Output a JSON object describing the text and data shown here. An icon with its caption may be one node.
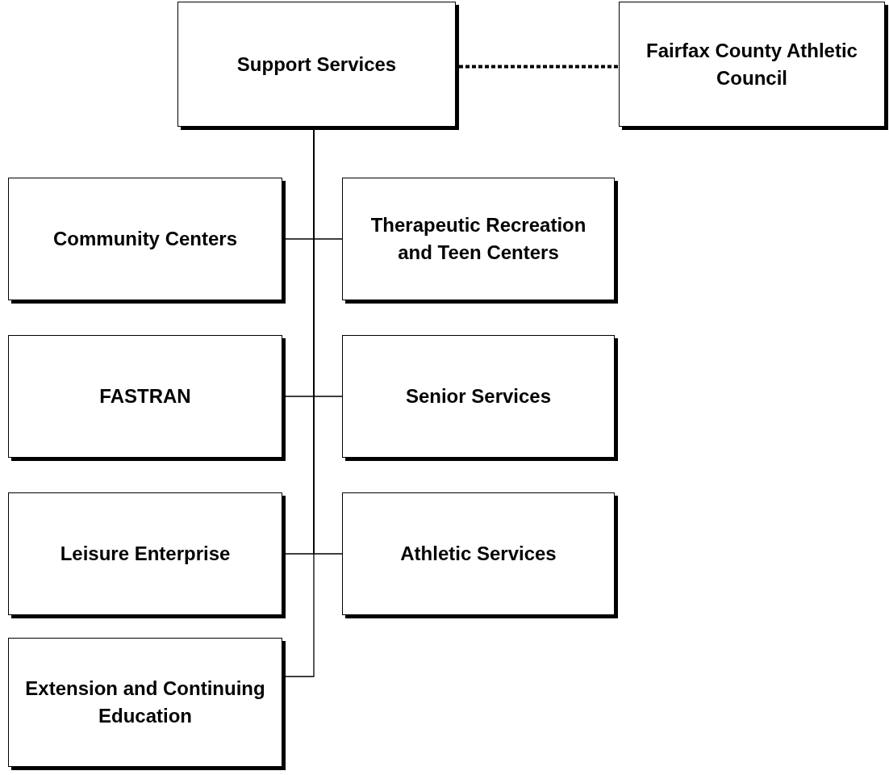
{
  "diagram": {
    "nodes": [
      {
        "text": [
          "Support Services"
        ]
      },
      {
        "text": [
          "Fairfax County Athletic Council"
        ]
      },
      {
        "text": [
          "Community Centers"
        ]
      },
      {
        "text": [
          "Therapeutic Recreation and Teen Centers"
        ]
      },
      {
        "text": [
          "FASTRAN"
        ]
      },
      {
        "text": [
          "Senior Services"
        ]
      },
      {
        "text": [
          "Leisure Enterprise"
        ]
      },
      {
        "text": [
          "Athletic Services"
        ]
      },
      {
        "text": [
          "Extension and Continuing Education"
        ]
      }
    ],
    "edges": [
      {
        "from": 0,
        "to": 1,
        "arrow": "none",
        "style": "dashed"
      },
      {
        "from": 0,
        "to": 2,
        "arrow": "none"
      },
      {
        "from": 0,
        "to": 3,
        "arrow": "none"
      },
      {
        "from": 0,
        "to": 4,
        "arrow": "none"
      },
      {
        "from": 0,
        "to": 5,
        "arrow": "none"
      },
      {
        "from": 0,
        "to": 6,
        "arrow": "none"
      },
      {
        "from": 0,
        "to": 7,
        "arrow": "none"
      },
      {
        "from": 0,
        "to": 8,
        "arrow": "none"
      }
    ]
  }
}
